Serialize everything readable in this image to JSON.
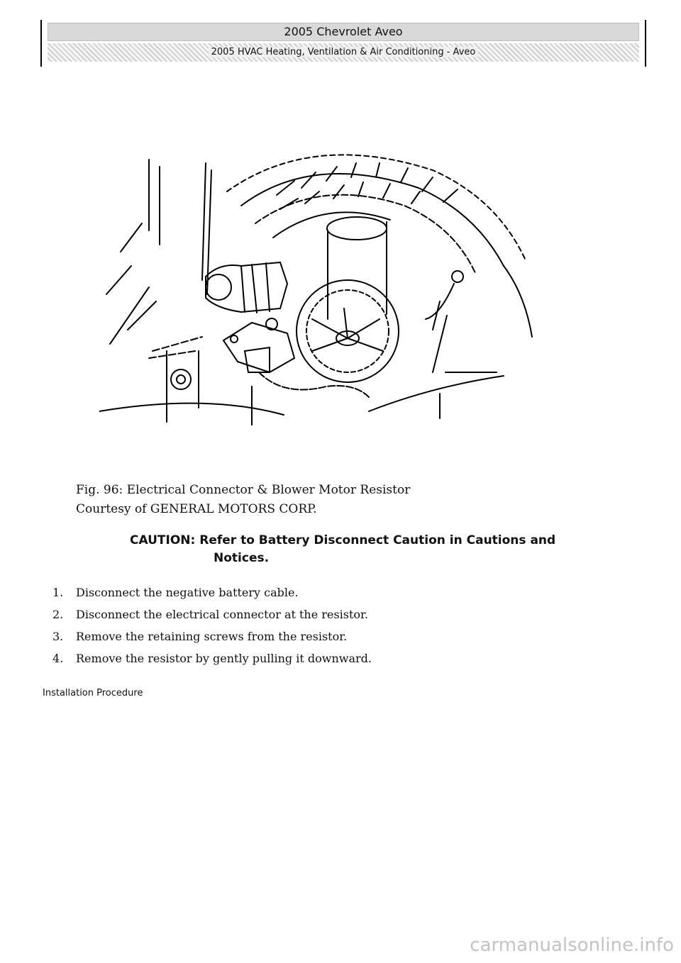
{
  "header": {
    "title": "2005 Chevrolet Aveo",
    "subtitle": "2005 HVAC Heating, Ventilation & Air Conditioning - Aveo"
  },
  "figure": {
    "caption_line1": "Fig. 96: Electrical Connector & Blower Motor Resistor",
    "caption_line2": "Courtesy of GENERAL MOTORS CORP."
  },
  "caution": {
    "line1": "CAUTION: Refer to Battery Disconnect Caution in Cautions and",
    "line2": "Notices."
  },
  "steps": [
    {
      "num": "1.",
      "text": "Disconnect the negative battery cable."
    },
    {
      "num": "2.",
      "text": "Disconnect the electrical connector at the resistor."
    },
    {
      "num": "3.",
      "text": "Remove the retaining screws from the resistor."
    },
    {
      "num": "4.",
      "text": "Remove the resistor by gently pulling it downward."
    }
  ],
  "section_heading": "Installation Procedure",
  "watermark": "carmanualsonline.info"
}
